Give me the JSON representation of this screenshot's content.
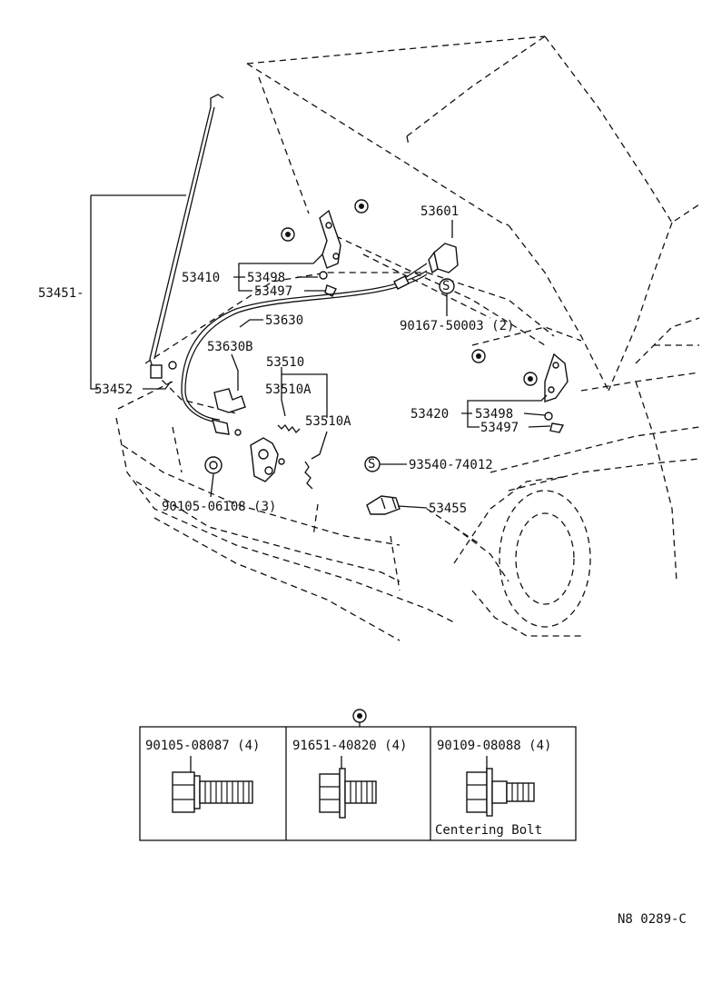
{
  "callouts": [
    {
      "id": "53451",
      "text": "53451-"
    },
    {
      "id": "53452",
      "text": "53452"
    },
    {
      "id": "53410",
      "text": "53410"
    },
    {
      "id": "53498a",
      "text": "53498"
    },
    {
      "id": "53497a",
      "text": "53497"
    },
    {
      "id": "53630",
      "text": "53630"
    },
    {
      "id": "53630b",
      "text": "53630B"
    },
    {
      "id": "53510",
      "text": "53510"
    },
    {
      "id": "53510a1",
      "text": "53510A"
    },
    {
      "id": "53510a2",
      "text": "53510A"
    },
    {
      "id": "53601",
      "text": "53601"
    },
    {
      "id": "90167",
      "text": "90167-50003 (2)"
    },
    {
      "id": "53420",
      "text": "53420"
    },
    {
      "id": "53498b",
      "text": "53498"
    },
    {
      "id": "53497b",
      "text": "53497"
    },
    {
      "id": "93540",
      "text": "93540-74012"
    },
    {
      "id": "53455",
      "text": "53455"
    },
    {
      "id": "90105a",
      "text": "90105-06108 (3)"
    }
  ],
  "s_symbol": "S",
  "bolt_table": [
    {
      "part": "90105-08087 (4)",
      "note": ""
    },
    {
      "part": "91651-40820 (4)",
      "note": ""
    },
    {
      "part": "90109-08088 (4)",
      "note": "Centering Bolt"
    }
  ],
  "diagram_id": "N8 0289-C"
}
